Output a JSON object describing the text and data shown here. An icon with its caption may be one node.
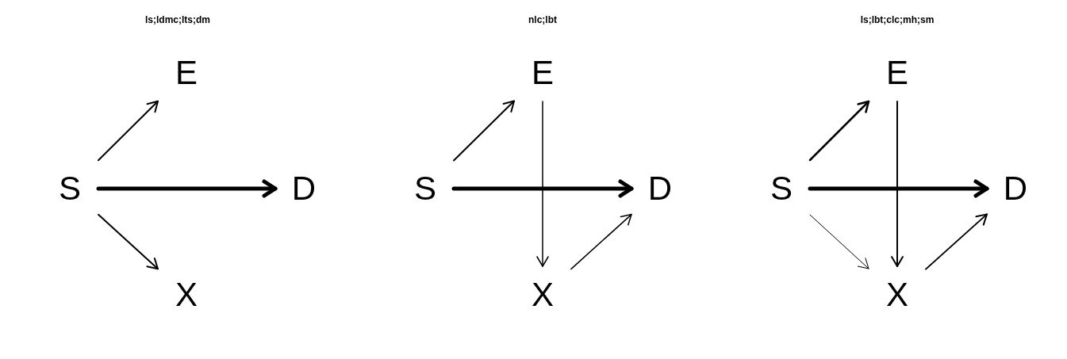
{
  "diagram": {
    "nodes": [
      {
        "text": [
          "E"
        ]
      },
      {
        "text": [
          "S"
        ]
      },
      {
        "text": [
          "D"
        ]
      },
      {
        "text": [
          "X"
        ]
      },
      {
        "text": [
          "E"
        ]
      },
      {
        "text": [
          "S"
        ]
      },
      {
        "text": [
          "D"
        ]
      },
      {
        "text": [
          "X"
        ]
      },
      {
        "text": [
          "E"
        ]
      },
      {
        "text": [
          "S"
        ]
      },
      {
        "text": [
          "D"
        ]
      },
      {
        "text": [
          "X"
        ]
      }
    ],
    "edges": [
      {
        "from": 1,
        "to": 0,
        "arrow": "to"
      },
      {
        "from": 1,
        "to": 2,
        "arrow": "to",
        "style": "thick"
      },
      {
        "from": 1,
        "to": 3,
        "arrow": "to"
      },
      {
        "from": 5,
        "to": 4,
        "arrow": "to"
      },
      {
        "from": 5,
        "to": 6,
        "arrow": "to",
        "style": "thick"
      },
      {
        "from": 4,
        "to": 7,
        "arrow": "to"
      },
      {
        "from": 7,
        "to": 6,
        "arrow": "to"
      },
      {
        "from": 9,
        "to": 8,
        "arrow": "to"
      },
      {
        "from": 9,
        "to": 10,
        "arrow": "to",
        "style": "thick"
      },
      {
        "from": 8,
        "to": 11,
        "arrow": "to"
      },
      {
        "from": 9,
        "to": 11,
        "arrow": "to"
      },
      {
        "from": 11,
        "to": 10,
        "arrow": "to"
      }
    ],
    "labels": [
      "ls;ldmc;lts;dm",
      "nlc;lbt",
      "ls;lbt;clc;mh;sm"
    ]
  }
}
